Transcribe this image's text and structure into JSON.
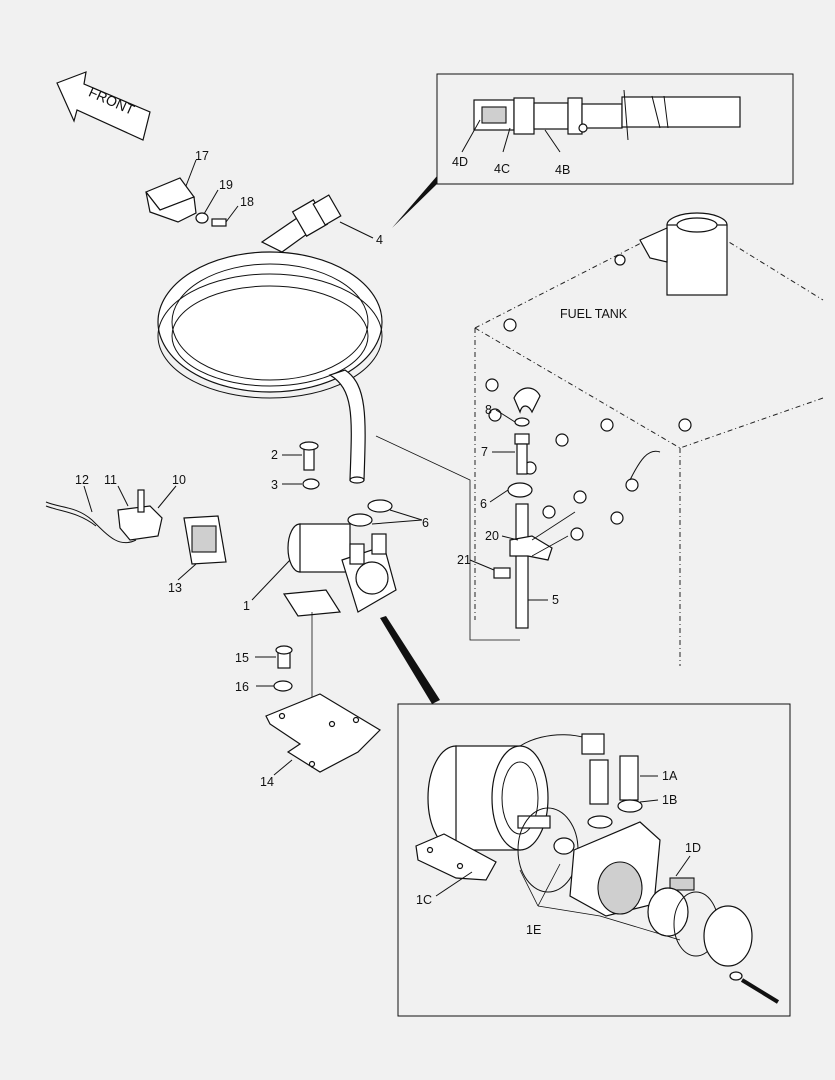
{
  "front_label": "FRONT",
  "fuel_tank_label": "FUEL TANK",
  "callouts": {
    "c1": "1",
    "c2": "2",
    "c3": "3",
    "c4": "4",
    "c5": "5",
    "c6a": "6",
    "c6b": "6",
    "c7": "7",
    "c8": "8",
    "c10": "10",
    "c11": "11",
    "c12": "12",
    "c13": "13",
    "c14": "14",
    "c15": "15",
    "c16": "16",
    "c17": "17",
    "c18": "18",
    "c19": "19",
    "c20": "20",
    "c21": "21",
    "c4b": "4B",
    "c4c": "4C",
    "c4d": "4D",
    "c1a": "1A",
    "c1b": "1B",
    "c1c": "1C",
    "c1d": "1D",
    "c1e": "1E"
  }
}
